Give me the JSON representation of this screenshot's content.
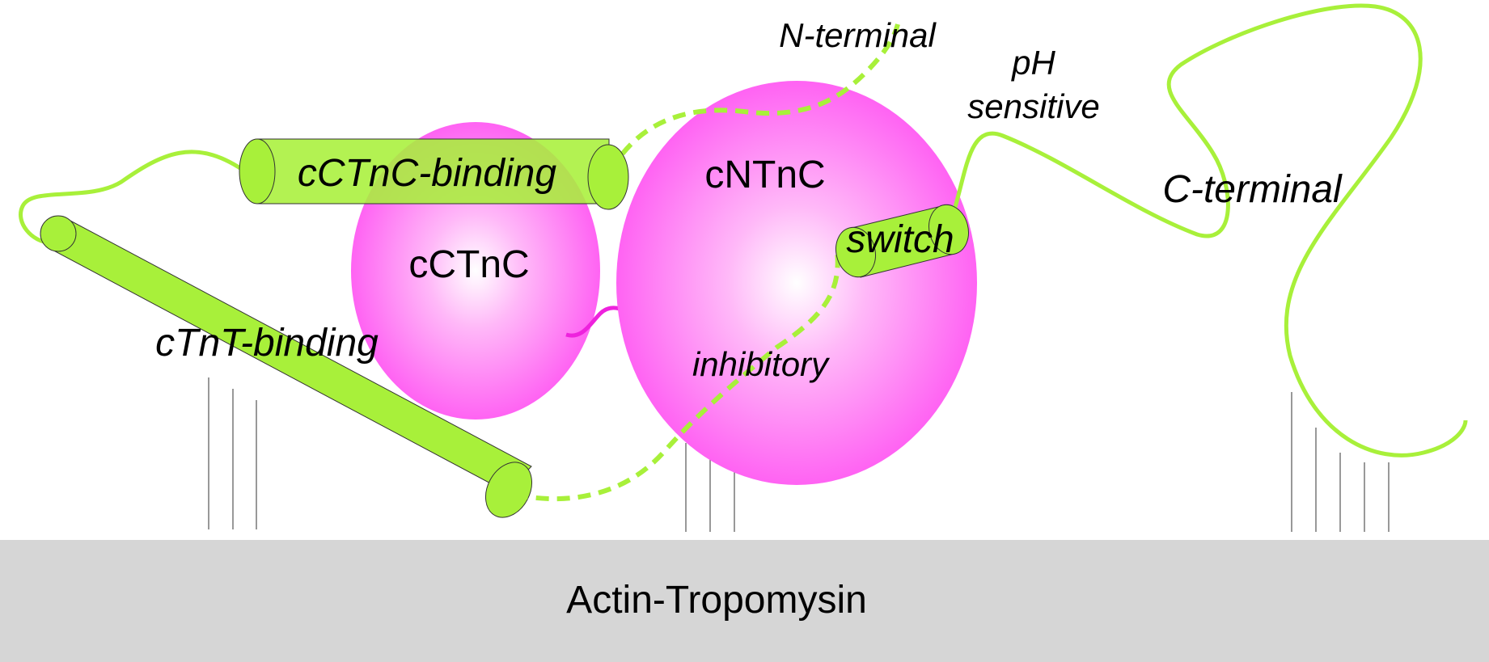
{
  "labels": {
    "n_terminal": "N-terminal",
    "ph_sensitive_line1": "pH",
    "ph_sensitive_line2": "sensitive",
    "c_terminal": "C-terminal",
    "cctnc_binding": "cCTnC-binding",
    "ctnt_binding": "cTnT-binding",
    "switch": "switch",
    "inhibitory": "inhibitory",
    "cctnc": "cCTnC",
    "cntnc": "cNTnC",
    "actin_tropomysin": "Actin-Tropomysin"
  },
  "colors": {
    "helix_green": "#a8f03a",
    "domain_magenta": "#ff6bf5",
    "domain_center": "#ffffff",
    "linker_magenta": "#ee22dd",
    "base_gray": "#d6d6d6"
  }
}
